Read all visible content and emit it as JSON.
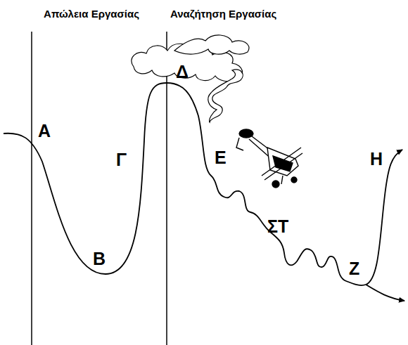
{
  "diagram": {
    "labels": [
      "Απώλεια Εργασίας",
      "Αναζήτηση Εργασίας",
      "Α",
      "Β",
      "Γ",
      "Δ",
      "Ε",
      "ΣΤ",
      "Ζ",
      "Η"
    ]
  }
}
